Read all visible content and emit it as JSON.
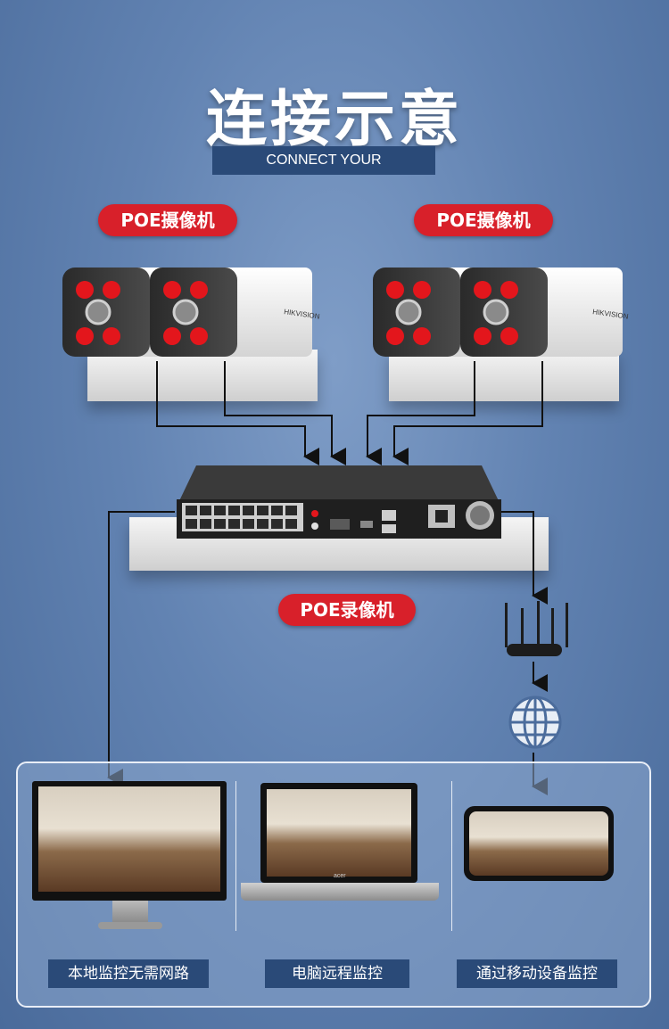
{
  "title": "连接示意",
  "subtitle": "CONNECT YOUR",
  "camera_group_left": {
    "label": "POE摄像机",
    "brand": "HIKVISION"
  },
  "camera_group_right": {
    "label": "POE摄像机",
    "brand": "HIKVISION"
  },
  "nvr": {
    "label": "POE录像机"
  },
  "laptop_brand": "acer",
  "viewing_options": [
    {
      "label": "本地监控无需网路"
    },
    {
      "label": "电脑远程监控"
    },
    {
      "label": "通过移动设备监控"
    }
  ],
  "colors": {
    "accent_red": "#d8202a",
    "label_navy": "#2a4a78",
    "background": "#6283b2"
  }
}
